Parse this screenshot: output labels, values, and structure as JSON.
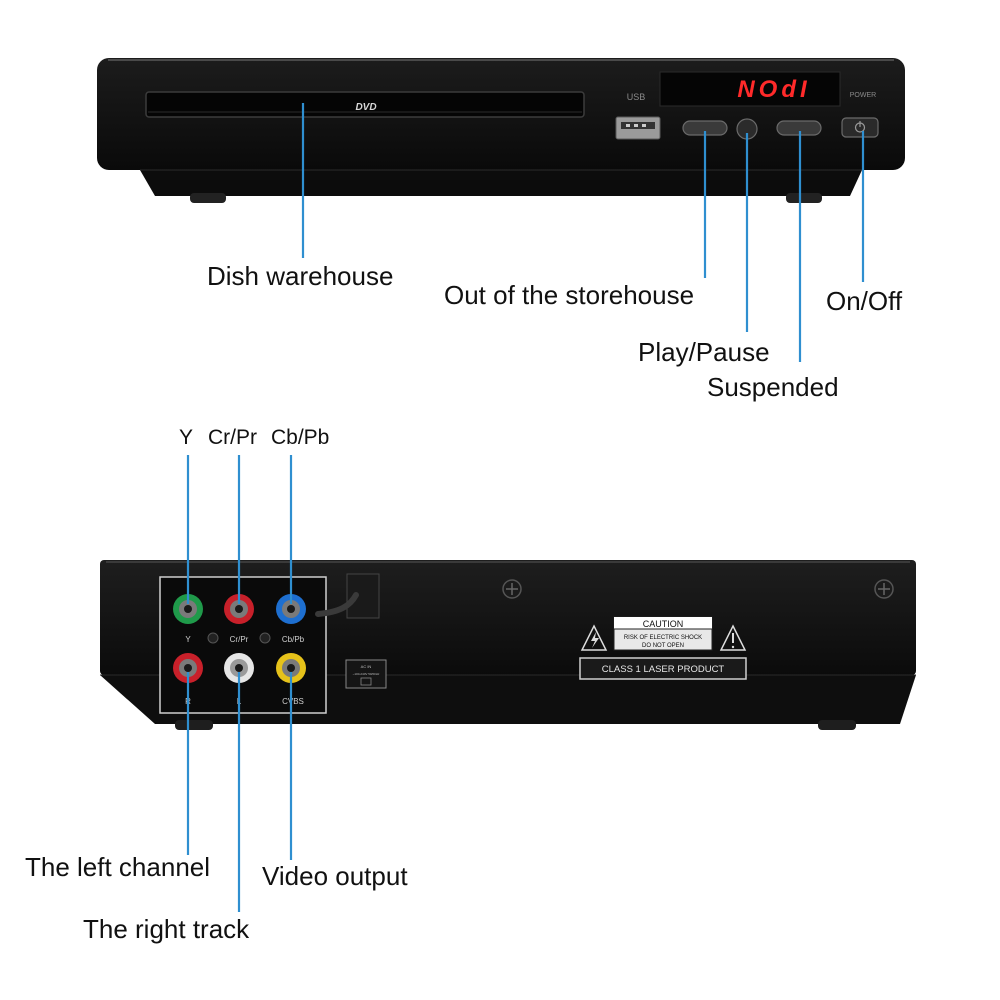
{
  "front_panel": {
    "tray_logo": "DVD",
    "usb_label": "USB",
    "display_text": "NOdI",
    "power_label": "POWER"
  },
  "back_panel": {
    "port_labels": {
      "y": "Y",
      "cr": "Cr/Pr",
      "cb": "Cb/Pb",
      "r": "R",
      "l": "L",
      "cvbs": "CVBS"
    },
    "caution": {
      "title": "CAUTION",
      "line1": "RISK OF ELECTRIC SHOCK",
      "line2": "DO NOT OPEN",
      "laser": "CLASS 1 LASER PRODUCT"
    },
    "rating_label_top": "AC IN",
    "rating_label_bottom": "~100-240V 50/60Hz"
  },
  "callouts": {
    "dish_warehouse": "Dish warehouse",
    "out_of_storehouse": "Out of the storehouse",
    "on_off": "On/Off",
    "play_pause": "Play/Pause",
    "suspended": "Suspended",
    "y": "Y",
    "cr_pr": "Cr/Pr",
    "cb_pb": "Cb/Pb",
    "left_channel": "The left channel",
    "video_output": "Video output",
    "right_track": "The right track"
  },
  "colors": {
    "leader_line": "#2f8fd0",
    "body": "#141414",
    "display_red": "#ff2a2a",
    "jack_green": "#1f9a4a",
    "jack_red": "#c8202a",
    "jack_blue": "#1e6fd0",
    "jack_white": "#e6e6e6",
    "jack_yellow": "#e6c21a"
  }
}
